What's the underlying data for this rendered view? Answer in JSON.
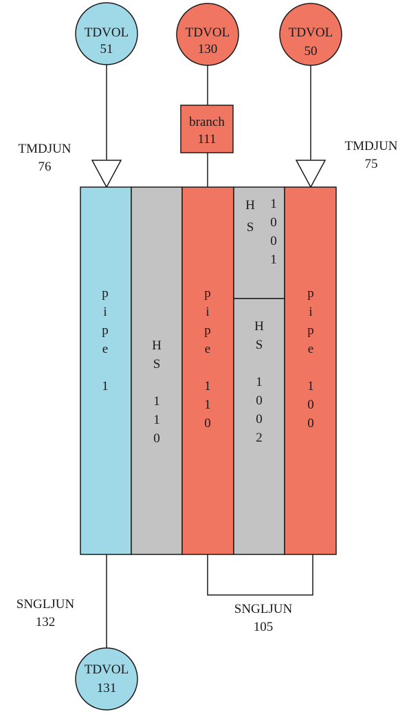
{
  "colors": {
    "blue": "#9fd8e6",
    "red": "#f07662",
    "gray": "#c3c3c3",
    "line": "#1a1a1a"
  },
  "volumes": {
    "tdvol51": {
      "type": "TDVOL",
      "num": "51"
    },
    "tdvol130": {
      "type": "TDVOL",
      "num": "130"
    },
    "tdvol50": {
      "type": "TDVOL",
      "num": "50"
    },
    "tdvol131": {
      "type": "TDVOL",
      "num": "131"
    }
  },
  "branch": {
    "type": "branch",
    "num": "111"
  },
  "junctions": {
    "tmdjun76": {
      "type": "TMDJUN",
      "num": "76"
    },
    "tmdjun75": {
      "type": "TMDJUN",
      "num": "75"
    },
    "sngljun132": {
      "type": "SNGLJUN",
      "num": "132"
    },
    "sngljun105": {
      "type": "SNGLJUN",
      "num": "105"
    }
  },
  "columns": {
    "pipe1": [
      "p",
      "i",
      "p",
      "e",
      "",
      "1"
    ],
    "hs110": [
      "H",
      "S",
      "",
      "1",
      "1",
      "0"
    ],
    "pipe110": [
      "p",
      "i",
      "p",
      "e",
      "",
      "1",
      "1",
      "0"
    ],
    "hs1001_a": [
      "H",
      "S"
    ],
    "hs1001_b": [
      "1",
      "0",
      "0",
      "1"
    ],
    "hs1002": [
      "H",
      "S",
      "",
      "1",
      "0",
      "0",
      "2"
    ],
    "pipe100": [
      "p",
      "i",
      "p",
      "e",
      "",
      "1",
      "0",
      "0"
    ]
  }
}
